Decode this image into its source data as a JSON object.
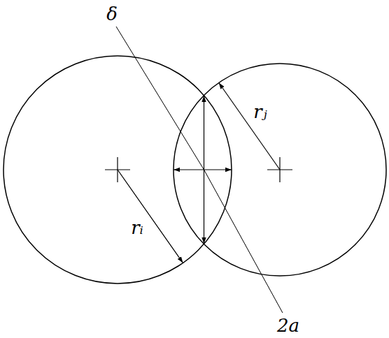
{
  "diagram": {
    "labels": [
      "δ",
      "rᵢ",
      "rⱼ",
      "2a"
    ]
  }
}
